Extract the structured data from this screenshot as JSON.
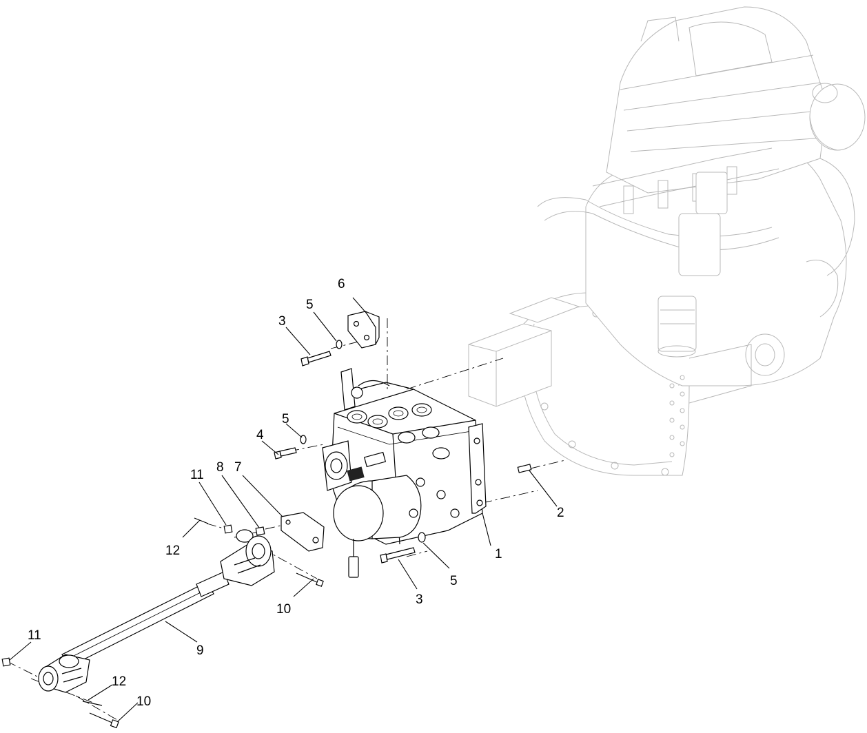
{
  "callouts": {
    "c1": "1",
    "c2": "2",
    "c3a": "3",
    "c3b": "3",
    "c4": "4",
    "c5a": "5",
    "c5b": "5",
    "c5c": "5",
    "c6": "6",
    "c7": "7",
    "c8": "8",
    "c9": "9",
    "c10a": "10",
    "c10b": "10",
    "c11a": "11",
    "c11b": "11",
    "c12a": "12",
    "c12b": "12"
  }
}
